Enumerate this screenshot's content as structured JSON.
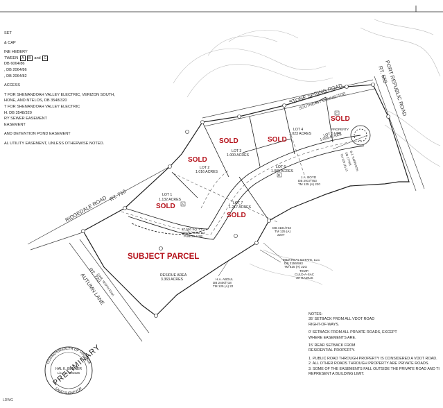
{
  "legend": {
    "items": [
      "SET",
      "& CAP",
      "INE HEBERY",
      "TWEEN",
      "DB 6064/86",
      ", DB 2064/86",
      ", DB 2064/82",
      "ACCESS",
      "T FOR SHENANDOAH VALLEY ELECTRIC, VERIZON SOUTH,",
      "HONE, AND NTELOS,  DB 3548/320",
      "T FOR SHENANDOAH VALLEY ELECTRIC",
      "H.  DB 3548/320",
      "RY SEWER EASEMENT",
      "EASEMENT",
      "AND DETENTION POND EASEMENT",
      "AL UTILITY EASEMENT, UNLESS OTHERWISE NOTED."
    ],
    "boxes": [
      "A",
      "B",
      "C"
    ],
    "and_word": "and"
  },
  "roads": {
    "stone_spring": "STONE SPRING ROAD",
    "southeast_connector": "SOUTHEAST CONNECTOR",
    "port_republic": "PORT REPUBLIC ROAD",
    "rt659": "RT. 659",
    "ridgedale": "RIDGEDALE ROAD",
    "rt710": "RT. 710",
    "rt720": "RT. 720",
    "autumn_lane": "AUTUMN LANE",
    "var_width": "(VAR. WIDTH R/W)"
  },
  "lots": {
    "lot1": {
      "name": "LOT 1",
      "area": "1.132 ACRES"
    },
    "lot2": {
      "name": "LOT 2",
      "area": "1.016 ACRES"
    },
    "lot3": {
      "name": "LOT 3",
      "area": "1.000 ACRES"
    },
    "lot4": {
      "name": "LOT 4",
      "area": "1.023 ACRES"
    },
    "lot5": {
      "name": "LOT 5",
      "area": "1.005 ACRES"
    },
    "lot6": {
      "name": "LOT 6",
      "area": "1.005 ACRES"
    },
    "lot7": {
      "name": "LOT 7",
      "area": "1.217 ACRES"
    },
    "residue": {
      "name": "RESIDUE AREA",
      "area": "3.363 ACRES"
    }
  },
  "sold_label": "SOLD",
  "subject_parcel": "SUBJECT PARCEL",
  "dedication": [
    "37,550 SQ. FT.",
    "DEDICATED TO",
    "PUBLIC USE"
  ],
  "owners": {
    "boyd": [
      "J.A. BOYD",
      "DB 2917/753",
      "TM 125 (A) 220"
    ],
    "mm_real_estate": [
      "M&M REAL ESTATE, LLC",
      "DB 3156/593",
      "TM 125 (A) 22G"
    ],
    "abdul": [
      "H.A. ABDUL",
      "DB 2400/718",
      "TM 125 (A) 22"
    ],
    "db4101": [
      "DB 4101/743",
      "TM 125 (A)",
      "220Y"
    ],
    "right_owner": [
      "B.J. HARRISON",
      "DB 1776/8",
      "TM 125 (A) 21"
    ]
  },
  "temp_cul": [
    "TEMP.",
    "CULD-A-SAC",
    "30' RADIUS"
  ],
  "property_line": [
    "PROPERTY",
    "LINE"
  ],
  "notes": [
    "NOTES:",
    "35' SETBACK FROM ALL VDOT ROAD",
    "RIGHT-OF-WAYS.",
    "",
    "0' SETBACK FROM ALL PRIVATE ROADS, EXCEPT",
    "WHERE EASEMENTS ARE.",
    "",
    "15' REAR SETBACK FROM",
    "RESIDENTIAL PROPERTY.",
    "",
    "1. PUBLIC ROAD THROUGH PROPERTY IS CONSIDERED A VDOT ROAD.",
    "2. ALL OTHER ROADS THROUGH PROPERTY ARE PRIVATE ROADS.",
    "3. SOME OF THE EASEMENTS FALL OUTSIDE THE PRIVATE ROAD AND TI",
    "    REPRESENT A BUILDING LIMIT."
  ],
  "seal": {
    "top_arc": "COMMONWEALTH OF VIRGINIA",
    "name": "HAL K. BENNER",
    "lic": "Lic. No. 001526",
    "bottom_arc": "LAND SURVEYOR",
    "stamp": "PRELIMINARY"
  },
  "corner_text": "LDWG",
  "colors": {
    "sold": "#b5121b",
    "lines": "#222222"
  }
}
